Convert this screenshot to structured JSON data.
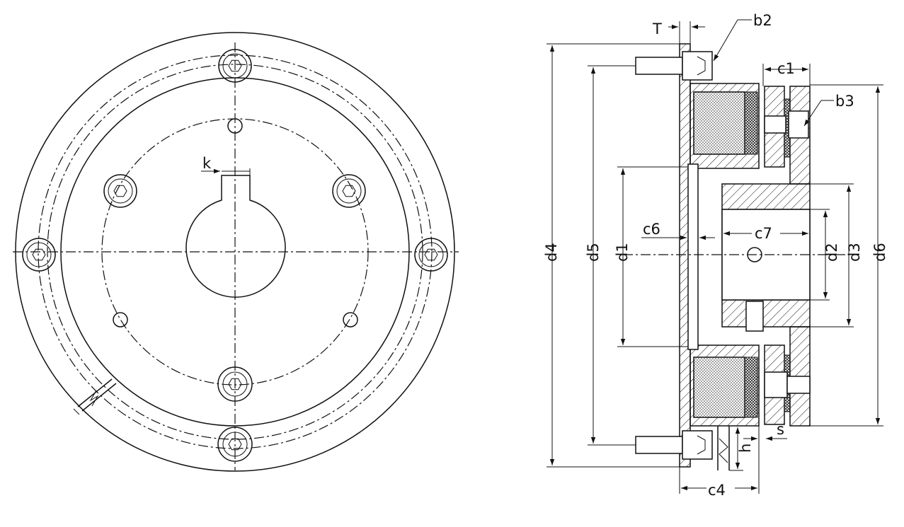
{
  "labels": {
    "T": "T",
    "b2": "b2",
    "c1": "c1",
    "b3": "b3",
    "k": "k",
    "c6": "c6",
    "c7": "c7",
    "d1": "d1",
    "d2": "d2",
    "d3": "d3",
    "d4": "d4",
    "d5": "d5",
    "d6": "d6",
    "s": "s",
    "h": "h",
    "c4": "c4"
  }
}
